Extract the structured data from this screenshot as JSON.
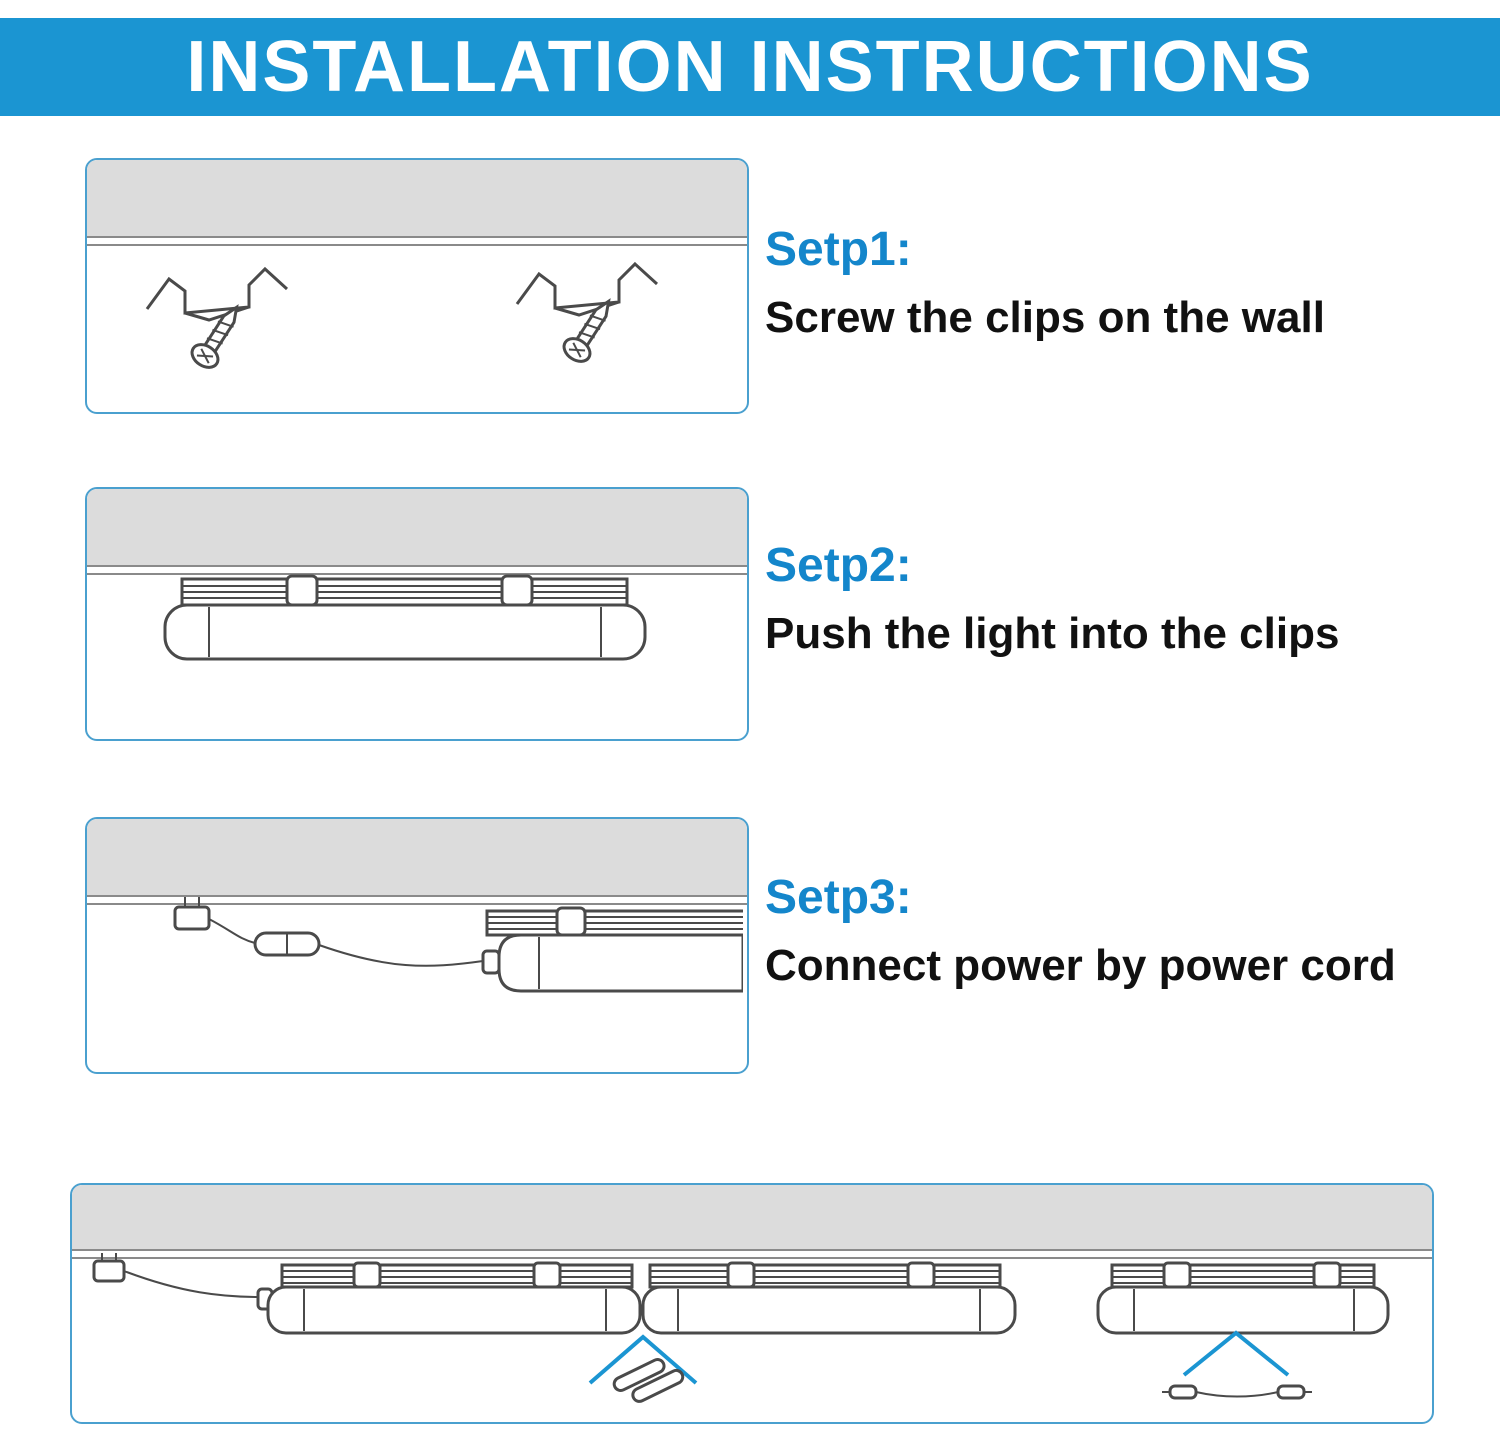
{
  "header": {
    "title": "INSTALLATION INSTRUCTIONS"
  },
  "steps": [
    {
      "label": "Setp1:",
      "description": "Screw the clips on the wall"
    },
    {
      "label": "Setp2:",
      "description": "Push the light into the clips"
    },
    {
      "label": "Setp3:",
      "description": "Connect power by power cord"
    }
  ],
  "colors": {
    "header_bg": "#1b95d2",
    "step_label_blue": "#1486cb",
    "panel_border": "#4aa0cf",
    "wall_fill": "#dcdcdc",
    "line_art": "#4a4a4a",
    "chevron_blue": "#1b95d2"
  }
}
